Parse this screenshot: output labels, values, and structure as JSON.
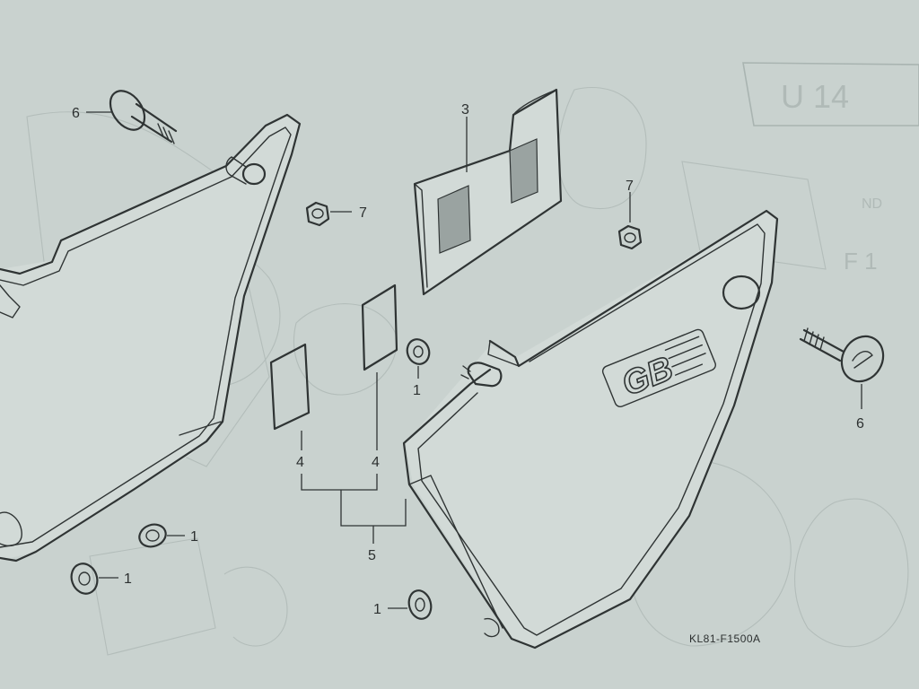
{
  "diagram": {
    "figure_code": "KL81-F1500A",
    "background_page_label": "U 14",
    "callouts": {
      "grommet_left_lower": "1",
      "grommet_left_bottom": "1",
      "grommet_center": "1",
      "grommet_right_bottom": "1",
      "emblem_sheet": "3",
      "pad_left": "4",
      "pad_right": "4",
      "pad_set": "5",
      "knob_left": "6",
      "knob_right": "6",
      "nut_left": "7",
      "nut_right": "7"
    },
    "emblem_text": "GB"
  }
}
